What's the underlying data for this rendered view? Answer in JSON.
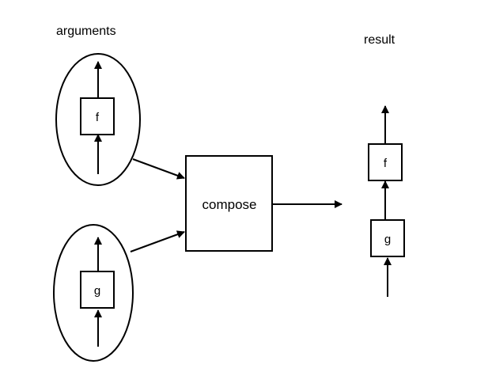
{
  "labels": {
    "arguments": "arguments",
    "result": "result",
    "compose": "compose"
  },
  "argument_boxes": {
    "top": "f",
    "bottom": "g"
  },
  "result_boxes": {
    "top": "f",
    "bottom": "g"
  },
  "colors": {
    "stroke": "#000000",
    "background": "#ffffff"
  }
}
